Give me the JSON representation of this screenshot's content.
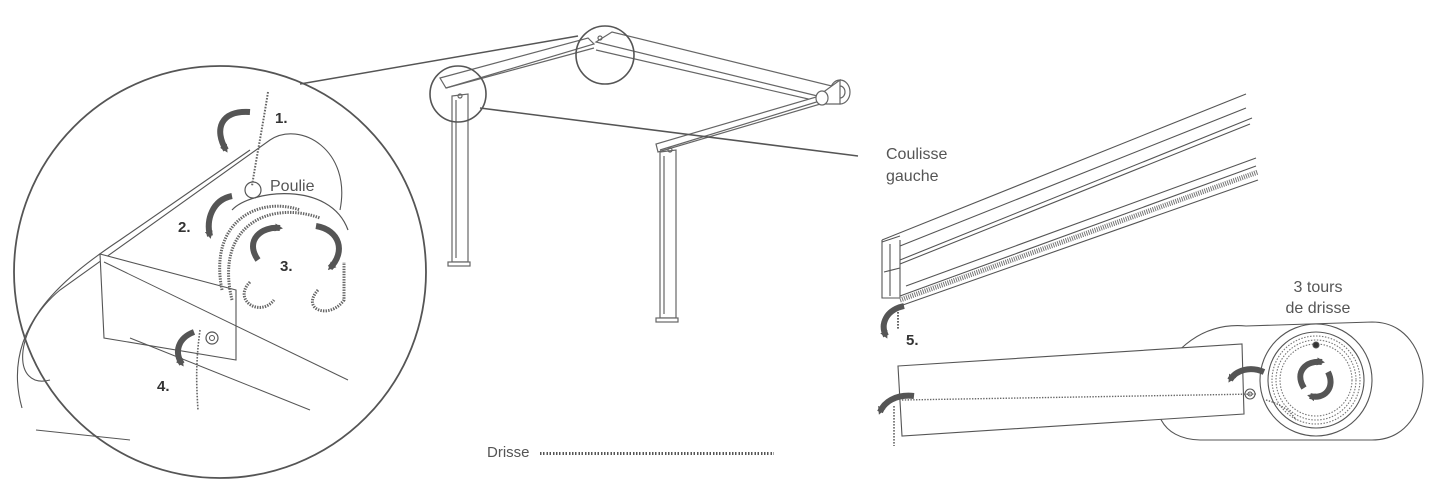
{
  "labels": {
    "poulie": "Poulie",
    "coulisse_line1": "Coulisse",
    "coulisse_line2": "gauche",
    "tours_line1": "3 tours",
    "tours_line2": "de drisse",
    "drisse_legend": "Drisse"
  },
  "steps": {
    "s1": "1.",
    "s2": "2.",
    "s3": "3.",
    "s4": "4.",
    "s5": "5."
  },
  "colors": {
    "line": "#555555",
    "arrow": "#555555",
    "text": "#555555"
  }
}
